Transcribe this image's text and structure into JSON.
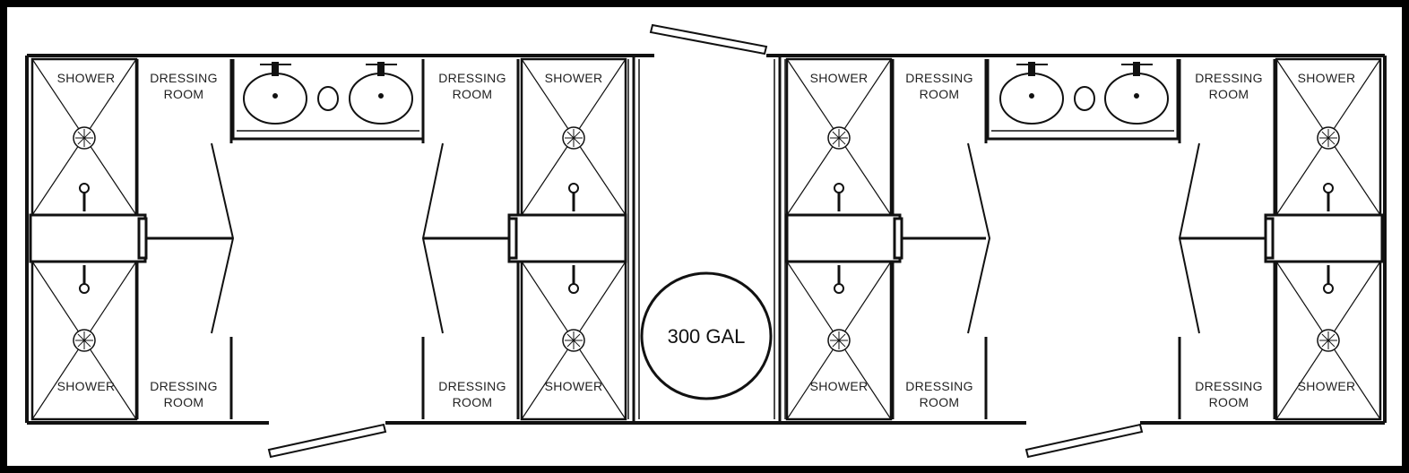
{
  "plan": {
    "labels": {
      "shower": "SHOWER",
      "dressing_line1": "DRESSING",
      "dressing_line2": "ROOM",
      "tank": "300 GAL"
    }
  }
}
